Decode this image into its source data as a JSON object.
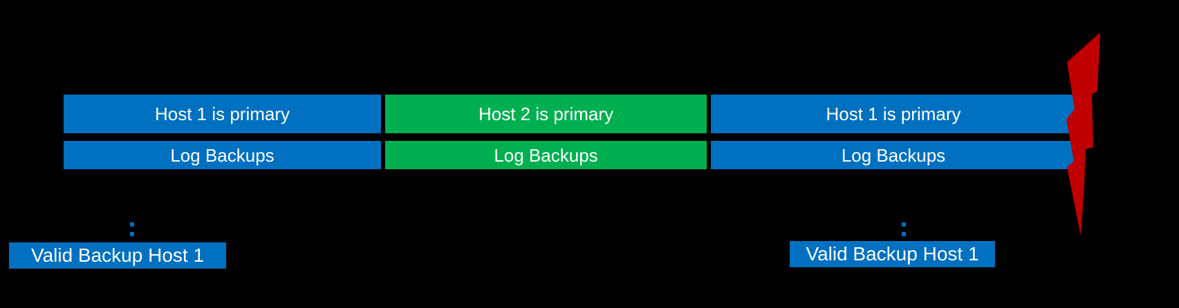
{
  "diagram": {
    "description": "Host failover timeline with log backups and a failure event",
    "background_color": "#000000",
    "colors": {
      "host1_blue": "#0070C0",
      "host2_green": "#00B050",
      "failure_red": "#C00000",
      "bar_text_white": "#FFFFFF"
    },
    "primary_row": {
      "segments": [
        {
          "label": "Host 1 is primary",
          "color": "#0070C0"
        },
        {
          "label": "Host 2 is primary",
          "color": "#00B050"
        },
        {
          "label": "Host 1 is primary",
          "color": "#0070C0"
        }
      ]
    },
    "log_backup_row": {
      "segments": [
        {
          "label": "Log Backups",
          "color": "#0070C0"
        },
        {
          "label": "Log Backups",
          "color": "#00B050"
        },
        {
          "label": "Log Backups",
          "color": "#0070C0"
        }
      ]
    },
    "annotations": {
      "valid_backup_labels": [
        {
          "text": "Valid Backup Host 1"
        },
        {
          "text": "Valid Backup Host 1"
        }
      ]
    },
    "icons": {
      "lightning_bolt": {
        "name": "lightning-bolt-icon",
        "meaning": "failure event",
        "color": "#C00000"
      }
    }
  }
}
